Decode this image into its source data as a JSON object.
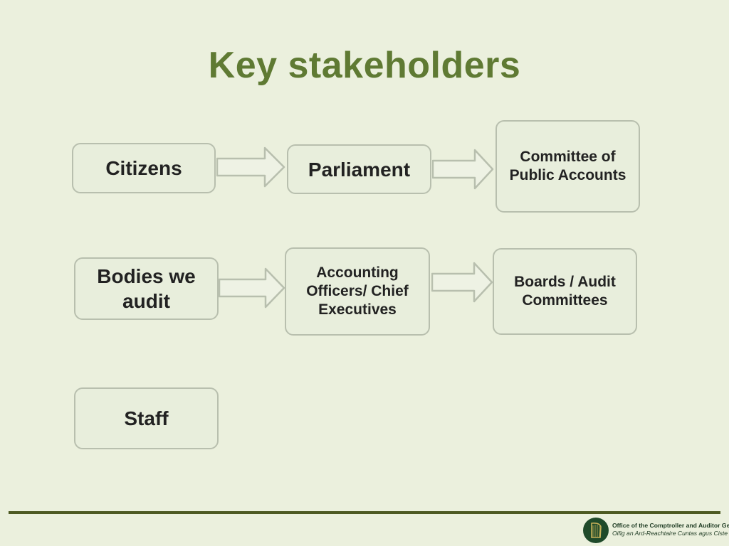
{
  "title": "Key stakeholders",
  "nodes": {
    "citizens": "Citizens",
    "parliament": "Parliament",
    "committee_public_accounts": "Committee of Public Accounts",
    "bodies_we_audit": "Bodies we audit",
    "accounting_officers": "Accounting Officers/ Chief Executives",
    "boards_audit_committees": "Boards / Audit Committees",
    "staff": "Staff"
  },
  "edges": [
    {
      "from": "Citizens",
      "to": "Parliament"
    },
    {
      "from": "Parliament",
      "to": "Committee of Public Accounts"
    },
    {
      "from": "Bodies we audit",
      "to": "Accounting Officers/ Chief Executives"
    },
    {
      "from": "Accounting Officers/ Chief Executives",
      "to": "Boards / Audit Committees"
    }
  ],
  "footer": {
    "org_name_en": "Office of the Comptroller and Auditor General",
    "org_name_ga": "Oifig an Ard-Reachtaire Cuntas agus Ciste"
  },
  "colors": {
    "background": "#ebf0dd",
    "title": "#5f7a33",
    "box_border": "#b8bfae",
    "rule": "#4d5a22",
    "logo": "#1f4a2a"
  }
}
